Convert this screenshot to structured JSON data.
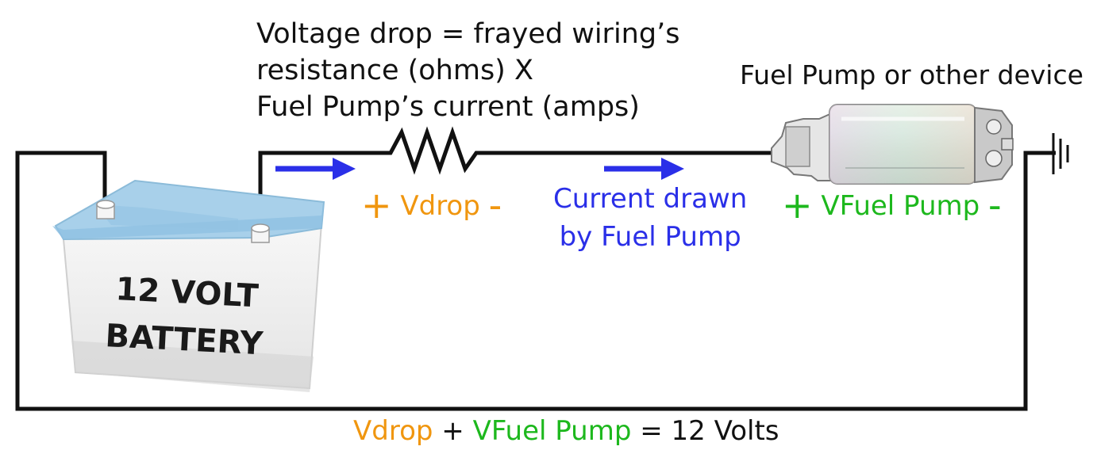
{
  "resistor_label": {
    "line1": "Voltage drop = frayed wiring’s",
    "line2": "resistance (ohms) X",
    "line3": "Fuel Pump’s current (amps)"
  },
  "device_label": "Fuel Pump or other device",
  "battery": {
    "line1": "12 VOLT",
    "line2": "BATTERY"
  },
  "vdrop": {
    "plus": "+",
    "name": "Vdrop",
    "minus": "-"
  },
  "current": {
    "line1": "Current drawn",
    "line2": "by Fuel Pump"
  },
  "vpump": {
    "plus": "+",
    "name": "VFuel Pump",
    "minus": "-"
  },
  "equation": {
    "term1": "Vdrop",
    "op1": " + ",
    "term2": "VFuel Pump",
    "rest": " = 12 Volts"
  },
  "colors": {
    "vdrop": "#f0960f",
    "current": "#2a2fe8",
    "vpump": "#1db81d",
    "battery_top": "#a8d0ea",
    "wire": "#111111"
  },
  "icons": {
    "ground": "ground-symbol-icon",
    "resistor": "resistor-zigzag-icon",
    "battery": "battery-icon",
    "fuel_pump": "fuel-pump-icon"
  }
}
